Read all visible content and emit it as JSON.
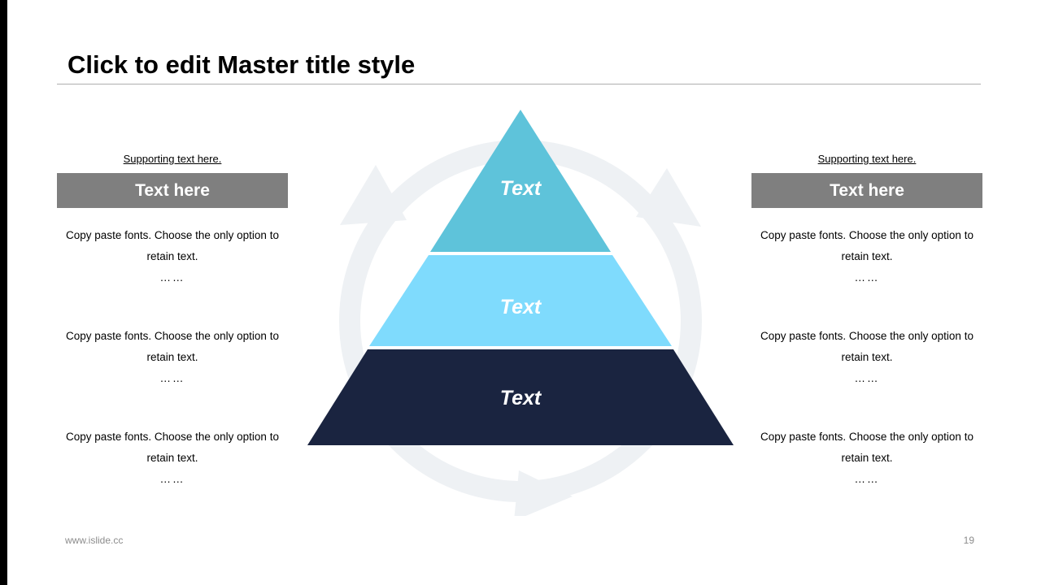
{
  "slide": {
    "title": "Click to edit Master title style",
    "footer_url": "www.islide.cc",
    "page_number": "19"
  },
  "pyramid": {
    "background_color": "#eef1f4",
    "levels": [
      {
        "label": "Text",
        "color": "#5ec3da"
      },
      {
        "label": "Text",
        "color": "#7fdbfd"
      },
      {
        "label": "Text",
        "color": "#1a2440"
      }
    ]
  },
  "panels": {
    "left": {
      "supporting": "Supporting text here.",
      "header": "Text here",
      "header_bg": "#7f7f7f",
      "items": [
        {
          "text": "Copy paste fonts. Choose the only option to retain  text.",
          "ellipsis": "……"
        },
        {
          "text": "Copy paste fonts. Choose the only option to retain  text.",
          "ellipsis": "……"
        },
        {
          "text": "Copy paste fonts. Choose the only option to retain  text.",
          "ellipsis": "……"
        }
      ]
    },
    "right": {
      "supporting": "Supporting text here.",
      "header": "Text here",
      "header_bg": "#7f7f7f",
      "items": [
        {
          "text": "Copy paste fonts. Choose the only option to retain  text.",
          "ellipsis": "……"
        },
        {
          "text": "Copy paste fonts. Choose the only option to retain  text.",
          "ellipsis": "……"
        },
        {
          "text": "Copy paste fonts. Choose the only option to retain  text.",
          "ellipsis": "……"
        }
      ]
    }
  }
}
